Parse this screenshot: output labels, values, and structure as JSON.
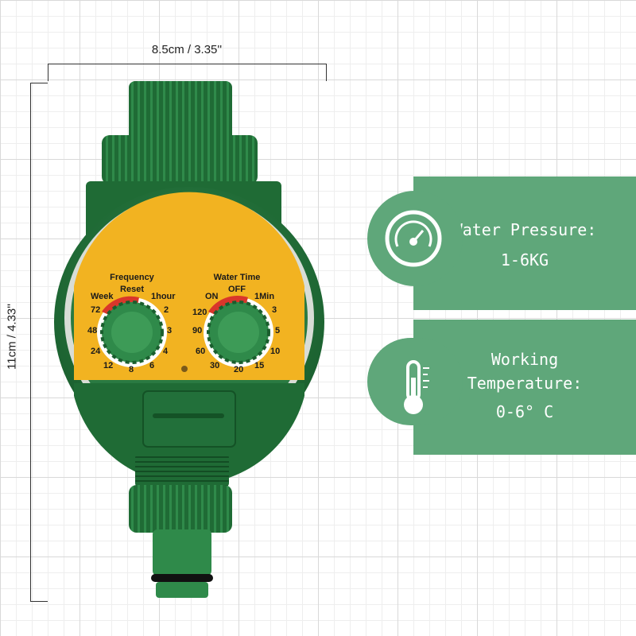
{
  "dimensions": {
    "width_label": "8.5cm / 3.35''",
    "height_label": "11cm / 4.33''"
  },
  "timer": {
    "frequency_title": "Frequency",
    "reset_label": "Reset",
    "week_label": "Week",
    "hour_label": "1hour",
    "frequency_ticks": [
      "72",
      "48",
      "24",
      "12",
      "8",
      "6",
      "4",
      "3",
      "2"
    ],
    "water_time_title": "Water Time",
    "on_label": "ON",
    "off_label": "OFF",
    "min_label": "1Min",
    "water_ticks": [
      "120",
      "90",
      "60",
      "30",
      "20",
      "15",
      "10",
      "5",
      "3"
    ]
  },
  "specs": {
    "pressure": {
      "label": "Water Pressure:",
      "value": "1-6KG",
      "icon": "gauge-icon"
    },
    "temperature": {
      "label_line1": "Working",
      "label_line2": "Temperature:",
      "value": "0-6° C",
      "icon": "thermometer-icon"
    }
  },
  "colors": {
    "body_green": "#1f6b35",
    "face_yellow": "#f2b321",
    "panel_green": "#5fa77a"
  }
}
